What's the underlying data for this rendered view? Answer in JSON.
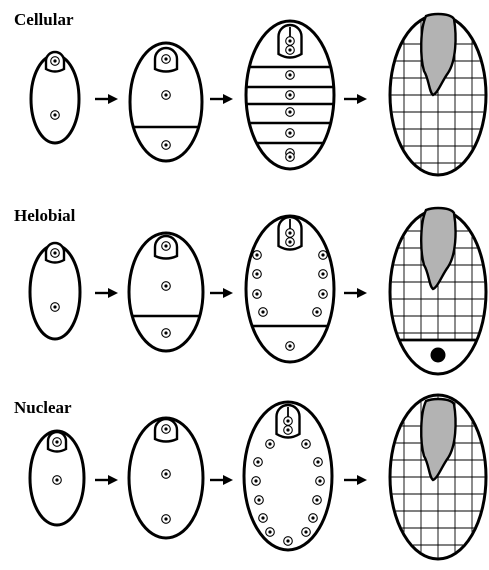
{
  "rows": [
    {
      "id": "cellular",
      "title": "Cellular"
    },
    {
      "id": "helobial",
      "title": "Helobial"
    },
    {
      "id": "nuclear",
      "title": "Nuclear"
    }
  ],
  "colors": {
    "stroke": "#000000",
    "fill": "#ffffff",
    "embryo": "#b3b3b3"
  }
}
